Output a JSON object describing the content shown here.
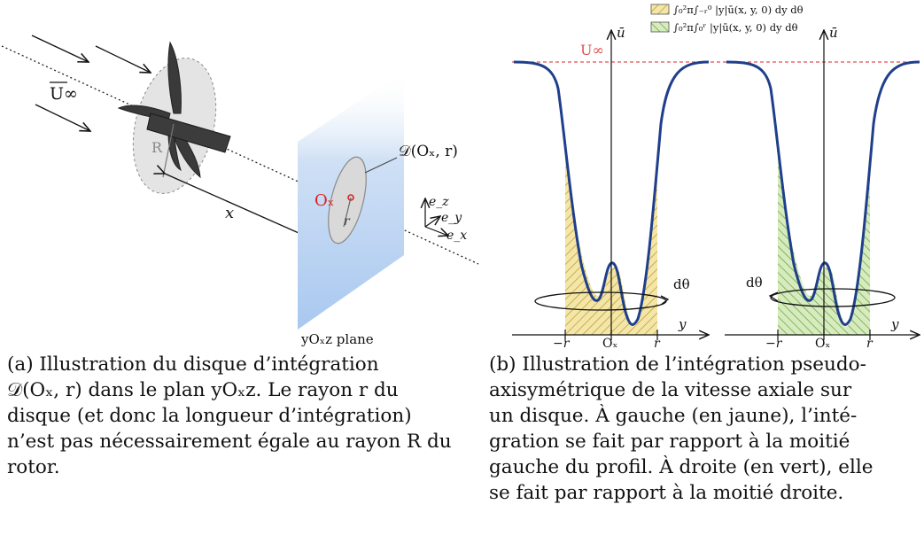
{
  "figure_a": {
    "labels": {
      "freestream": "U∞",
      "rotor_radius": "R",
      "distance": "x",
      "disc": "𝒟(Oₓ, r)",
      "disc_center": "Oₓ",
      "disc_radius": "r",
      "plane": "yOₓz plane",
      "basis_z": "e_z",
      "basis_y": "e_y",
      "basis_x": "e_x"
    },
    "colors": {
      "plane": "#cfe0f5",
      "disc": "#d9d9d9",
      "rotor": "#3a3a3a",
      "center": "#e0201b"
    }
  },
  "figure_b": {
    "legend": [
      {
        "text": "∫₀²π∫₋ᵣ⁰ |y|ū(x, y, 0) dy dθ",
        "color": "#d8b830"
      },
      {
        "text": "∫₀²π∫₀ʳ |y|ū(x, y, 0) dy dθ",
        "color": "#7cb82f"
      }
    ],
    "labels": {
      "ubar_left": "ū",
      "ubar_right": "ū",
      "uinf": "U∞",
      "dtheta_left": "dθ",
      "dtheta_right": "dθ",
      "y_left": "y",
      "y_right": "y",
      "tick_neg_r_left": "−r",
      "tick_ox_left": "Oₓ",
      "tick_r_left": "r",
      "tick_neg_r_right": "−r",
      "tick_ox_right": "Oₓ",
      "tick_r_right": "r"
    },
    "colors": {
      "profile": "#1f3f8c",
      "uinf_line": "#e05050",
      "yellow_hatch": "#c9a227",
      "green_hatch": "#6aa32a"
    }
  },
  "captions": {
    "a": [
      "(a) Illustration du disque d’intégration",
      "𝒟(Oₓ, r) dans le plan yOₓz. Le rayon r du",
      "disque (et donc la longueur d’intégration)",
      "n’est pas nécessairement égale au rayon R du",
      "rotor."
    ],
    "b": [
      "(b) Illustration de l’intégration pseudo-",
      "axisymétrique de la vitesse axiale sur",
      "un disque. À gauche (en jaune), l’inté-",
      "gration se fait par rapport à la moitié",
      "gauche du profil. À droite (en vert), elle",
      "se fait par rapport à la moitié droite."
    ]
  }
}
